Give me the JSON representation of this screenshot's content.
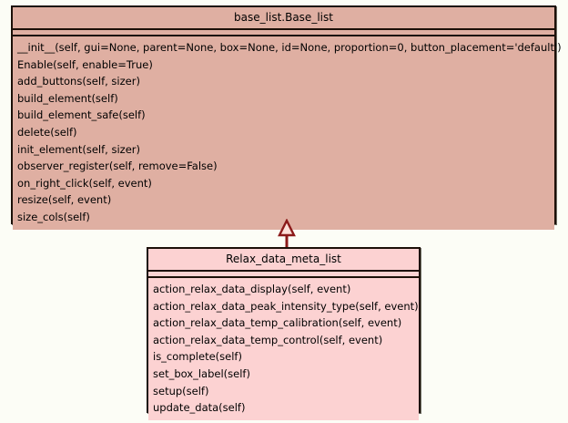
{
  "diagram": {
    "kind": "uml-class-diagram",
    "background_color": "#fcfdf6",
    "classes": [
      {
        "id": "base-list",
        "name": "base_list.Base_list",
        "fill_color": "#dfafa2",
        "border_color": "#1c1008",
        "attributes": [],
        "methods": [
          "__init__(self, gui=None, parent=None, box=None, id=None, proportion=0, button_placement='default')",
          "Enable(self, enable=True)",
          "add_buttons(self, sizer)",
          "build_element(self)",
          "build_element_safe(self)",
          "delete(self)",
          "init_element(self, sizer)",
          "observer_register(self, remove=False)",
          "on_right_click(self, event)",
          "resize(self, event)",
          "size_cols(self)"
        ]
      },
      {
        "id": "relax-data-meta-list",
        "name": "Relax_data_meta_list",
        "fill_color": "#fcd2d2",
        "border_color": "#1c1008",
        "attributes": [],
        "methods": [
          "action_relax_data_display(self, event)",
          "action_relax_data_peak_intensity_type(self, event)",
          "action_relax_data_temp_calibration(self, event)",
          "action_relax_data_temp_control(self, event)",
          "is_complete(self)",
          "set_box_label(self)",
          "setup(self)",
          "update_data(self)"
        ]
      }
    ],
    "relations": [
      {
        "type": "generalization",
        "from": "relax-data-meta-list",
        "to": "base-list",
        "color": "#8b1a1a",
        "arrow_head": "hollow-triangle"
      }
    ]
  }
}
